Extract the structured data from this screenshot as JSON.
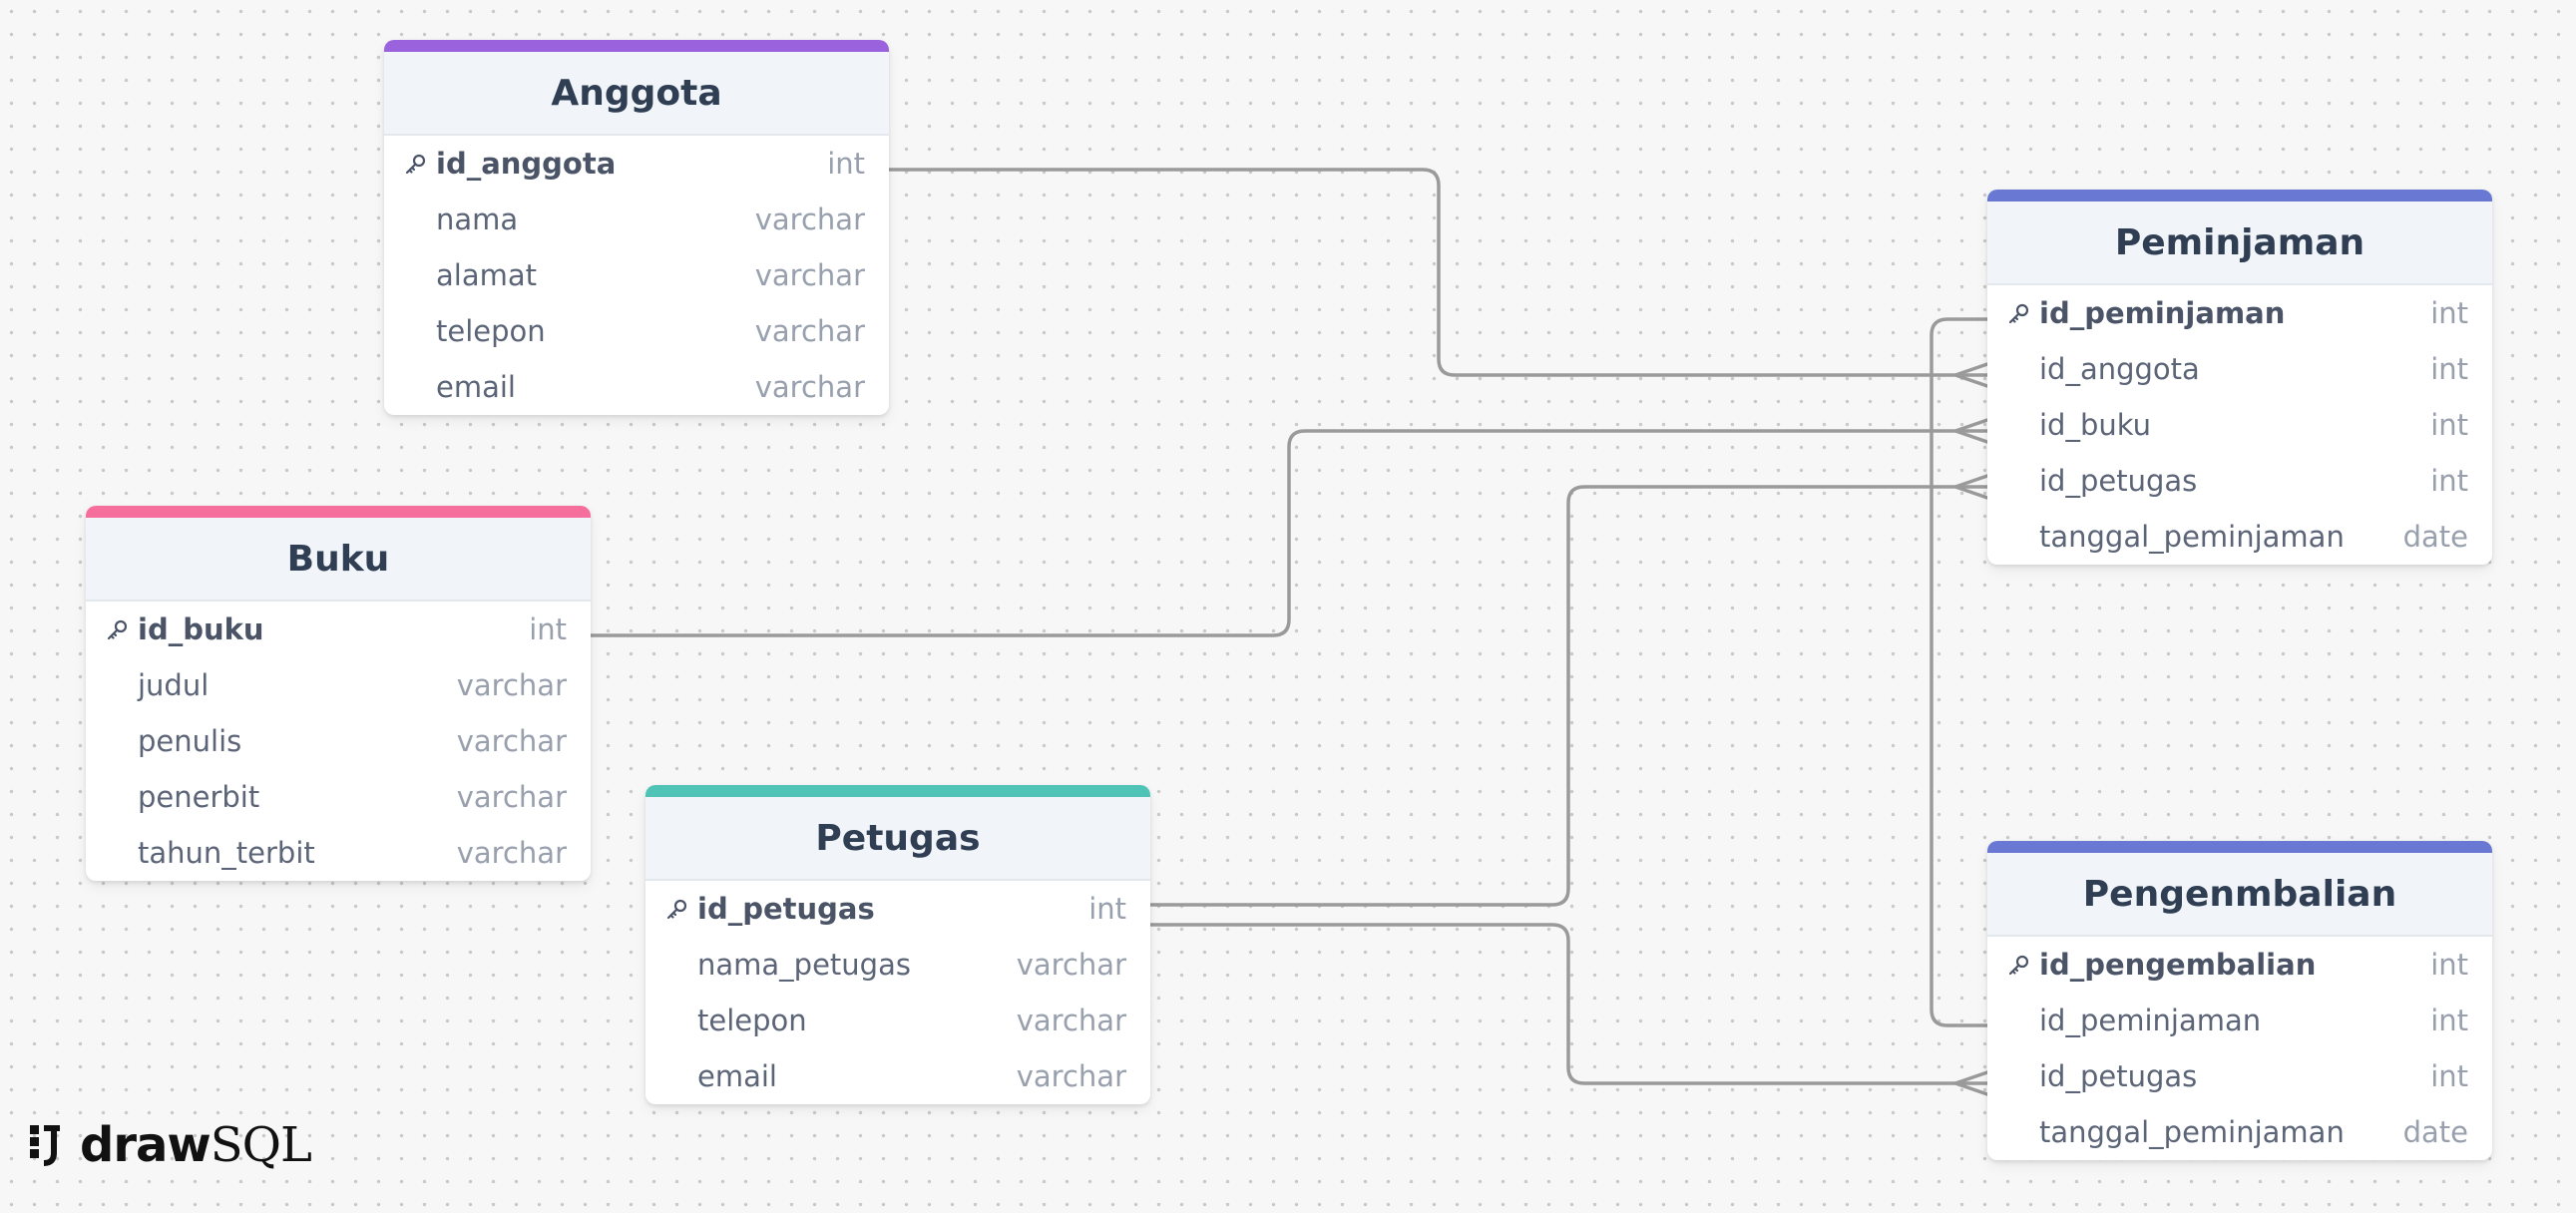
{
  "colors": {
    "anggota": "#9a62dc",
    "buku": "#f66e9b",
    "petugas": "#4fc4b6",
    "peminjaman": "#6878d3",
    "pengembalian": "#6878d3",
    "connector": "#9a9a9a"
  },
  "tables": {
    "anggota": {
      "title": "Anggota",
      "columns": [
        {
          "name": "id_anggota",
          "type": "int",
          "pk": true
        },
        {
          "name": "nama",
          "type": "varchar"
        },
        {
          "name": "alamat",
          "type": "varchar"
        },
        {
          "name": "telepon",
          "type": "varchar"
        },
        {
          "name": "email",
          "type": "varchar"
        }
      ]
    },
    "buku": {
      "title": "Buku",
      "columns": [
        {
          "name": "id_buku",
          "type": "int",
          "pk": true
        },
        {
          "name": "judul",
          "type": "varchar"
        },
        {
          "name": "penulis",
          "type": "varchar"
        },
        {
          "name": "penerbit",
          "type": "varchar"
        },
        {
          "name": "tahun_terbit",
          "type": "varchar"
        }
      ]
    },
    "petugas": {
      "title": "Petugas",
      "columns": [
        {
          "name": "id_petugas",
          "type": "int",
          "pk": true
        },
        {
          "name": "nama_petugas",
          "type": "varchar"
        },
        {
          "name": "telepon",
          "type": "varchar"
        },
        {
          "name": "email",
          "type": "varchar"
        }
      ]
    },
    "peminjaman": {
      "title": "Peminjaman",
      "columns": [
        {
          "name": "id_peminjaman",
          "type": "int",
          "pk": true
        },
        {
          "name": "id_anggota",
          "type": "int"
        },
        {
          "name": "id_buku",
          "type": "int"
        },
        {
          "name": "id_petugas",
          "type": "int"
        },
        {
          "name": "tanggal_peminjaman",
          "type": "date"
        }
      ]
    },
    "pengembalian": {
      "title": "Pengenmbalian",
      "columns": [
        {
          "name": "id_pengembalian",
          "type": "int",
          "pk": true
        },
        {
          "name": "id_peminjaman",
          "type": "int"
        },
        {
          "name": "id_petugas",
          "type": "int"
        },
        {
          "name": "tanggal_peminjaman",
          "type": "date"
        }
      ]
    }
  },
  "relationships": [
    {
      "from": "anggota.id_anggota",
      "to": "peminjaman.id_anggota"
    },
    {
      "from": "buku.id_buku",
      "to": "peminjaman.id_buku"
    },
    {
      "from": "petugas.id_petugas",
      "to": "peminjaman.id_petugas"
    },
    {
      "from": "petugas.id_petugas",
      "to": "pengembalian.id_petugas"
    },
    {
      "from": "peminjaman.id_peminjaman",
      "to": "pengembalian.id_peminjaman"
    }
  ],
  "branding": {
    "logo_bold": "draw",
    "logo_light": "SQL",
    "logo_icon": "drawsql-logo-icon"
  }
}
